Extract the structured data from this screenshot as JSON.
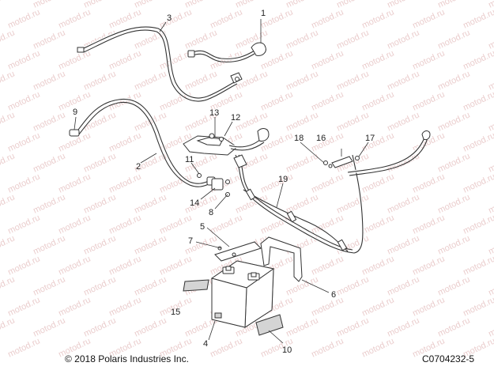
{
  "callouts": {
    "c1": "1",
    "c2": "2",
    "c3": "3",
    "c4": "4",
    "c5": "5",
    "c6": "6",
    "c7": "7",
    "c8": "8",
    "c9": "9",
    "c10": "10",
    "c11": "11",
    "c12": "12",
    "c13": "13",
    "c14": "14",
    "c15": "15",
    "c16": "16",
    "c17": "17",
    "c18": "18",
    "c19": "19"
  },
  "footer": {
    "copyright": "© 2018 Polaris Industries Inc.",
    "drawing_code": "C0704232-5"
  },
  "watermark": "motod.ru",
  "colors": {
    "line": "#333333",
    "pad_gray": "#d4d4d4",
    "watermark": "#d9a3a3"
  }
}
